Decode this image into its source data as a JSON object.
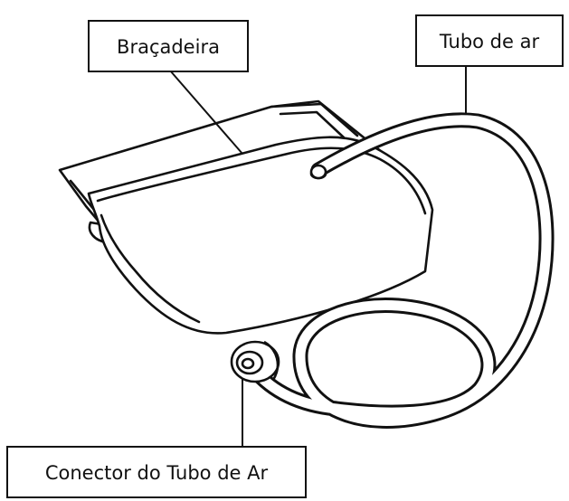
{
  "labels": {
    "cuff": "Braçadeira",
    "air_tube": "Tubo de ar",
    "air_tube_connector": "Conector do Tubo de Ar"
  },
  "colors": {
    "line": "#111111",
    "background": "#ffffff"
  }
}
